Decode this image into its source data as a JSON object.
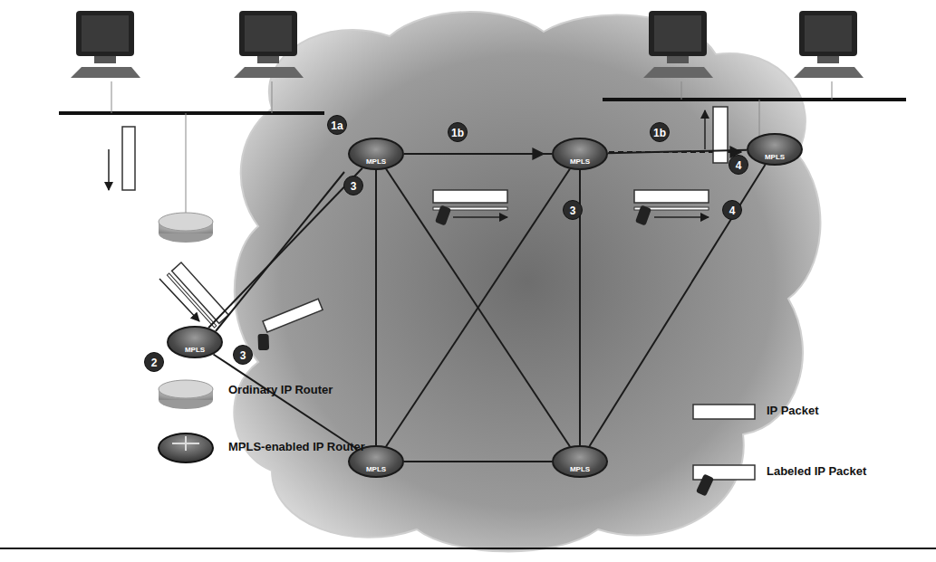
{
  "diagram": {
    "nodes": [
      {
        "text": [
          "MPLS"
        ]
      },
      {
        "text": [
          "MPLS"
        ]
      },
      {
        "text": [
          "MPLS"
        ]
      },
      {
        "text": [
          "MPLS"
        ]
      },
      {
        "text": [
          "MPLS"
        ]
      },
      {
        "text": [
          "MPLS"
        ]
      }
    ],
    "edges": [
      {
        "from": 3,
        "to": 0,
        "arrow": "none"
      },
      {
        "from": 3,
        "to": 4,
        "arrow": "none"
      },
      {
        "from": 0,
        "to": 1,
        "arrow": "none"
      },
      {
        "from": 1,
        "to": 2,
        "arrow": "none"
      },
      {
        "from": 0,
        "to": 4,
        "arrow": "none"
      },
      {
        "from": 0,
        "to": 5,
        "arrow": "none"
      },
      {
        "from": 1,
        "to": 4,
        "arrow": "none"
      },
      {
        "from": 1,
        "to": 5,
        "arrow": "none"
      },
      {
        "from": 4,
        "to": 5,
        "arrow": "none"
      },
      {
        "from": 2,
        "to": 5,
        "arrow": "none"
      }
    ],
    "labels": [
      "1a",
      "1b",
      "1b",
      "2",
      "3",
      "3",
      "3",
      "4",
      "4"
    ],
    "legend": [
      {
        "text": "Ordinary IP Router"
      },
      {
        "text": "MPLS-enabled IP Router"
      },
      {
        "text": "IP Packet"
      },
      {
        "text": "Labeled IP Packet"
      }
    ]
  }
}
